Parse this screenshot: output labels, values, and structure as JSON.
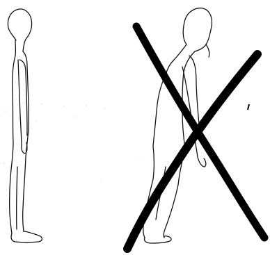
{
  "figure": {
    "ink_color": "#000000",
    "background_color": "#ffffff",
    "correct_posture": {
      "state": "upright standing, side view"
    },
    "incorrect_posture": {
      "state": "stooped standing, side view",
      "mark": "crossed-out"
    }
  }
}
